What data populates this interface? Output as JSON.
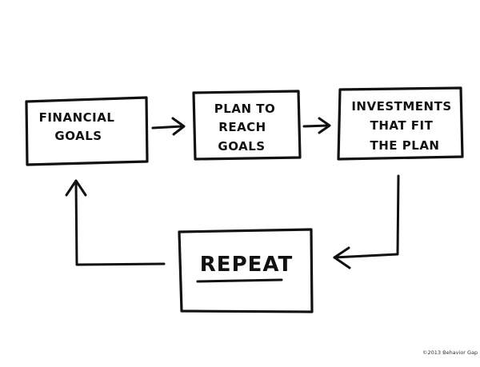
{
  "diagram": {
    "nodes": [
      {
        "id": "financial-goals",
        "lines": [
          "FINANCIAL",
          "GOALS"
        ]
      },
      {
        "id": "plan-to-reach-goals",
        "lines": [
          "PLAN TO",
          "REACH",
          "GOALS"
        ]
      },
      {
        "id": "investments-that-fit",
        "lines": [
          "INVESTMENTS",
          "THAT FIT",
          "THE PLAN"
        ]
      },
      {
        "id": "repeat",
        "lines": [
          "REPEAT"
        ]
      }
    ],
    "edges": [
      {
        "from": "financial-goals",
        "to": "plan-to-reach-goals"
      },
      {
        "from": "plan-to-reach-goals",
        "to": "investments-that-fit"
      },
      {
        "from": "investments-that-fit",
        "to": "repeat"
      },
      {
        "from": "repeat",
        "to": "financial-goals"
      }
    ],
    "stroke_color": "#111111"
  },
  "footer": {
    "copyright": "©2013 Behavior Gap"
  }
}
